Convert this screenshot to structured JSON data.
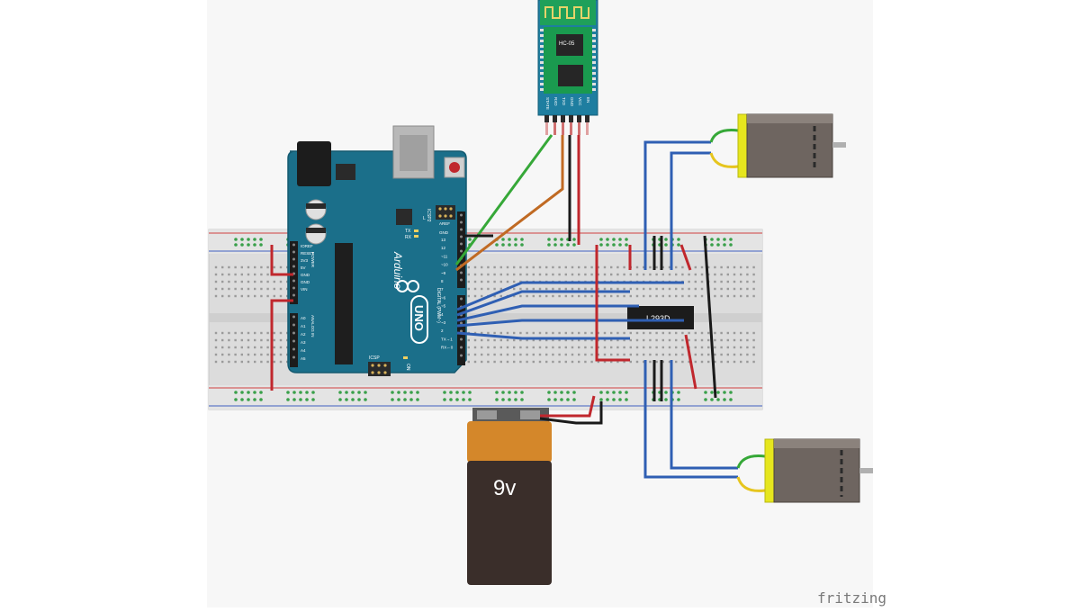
{
  "diagram": {
    "watermark": "fritzing",
    "bluetooth_module": {
      "model": "HC-05",
      "pins": [
        "STATE",
        "RXD",
        "TXD",
        "GND",
        "VCC",
        "EN"
      ]
    },
    "arduino": {
      "brand": "Arduino",
      "model": "UNO",
      "labels": {
        "aref": "AREF",
        "gnd": "GND",
        "reset": "RESET",
        "icsp": "ICSP",
        "icsp2": "ICSP2",
        "tx": "TX",
        "rx": "RX",
        "l": "L",
        "on": "ON",
        "digital": "DIGITAL (PWM~)",
        "power": "POWER",
        "analog": "ANALOG IN",
        "ioref": "IOREF"
      },
      "power_pins": [
        "IOREF",
        "RESET",
        "3V3",
        "5V",
        "GND",
        "GND",
        "VIN"
      ],
      "analog_pins": [
        "A0",
        "A1",
        "A2",
        "A3",
        "A4",
        "A5"
      ],
      "digital_pins_top": [
        "13",
        "12",
        "~11",
        "~10",
        "~9",
        "8"
      ],
      "digital_pins_bottom": [
        "7",
        "~6",
        "~5",
        "4",
        "~3",
        "2",
        "TX→1",
        "RX←0"
      ]
    },
    "motor_driver_ic": "L293D",
    "battery_label": "9v"
  },
  "colors": {
    "board_teal": "#1b6f8a",
    "wire_blue": "#2f5fb3",
    "wire_red": "#c0272d",
    "wire_green": "#36a838",
    "wire_orange": "#c06a23",
    "wire_black": "#1a1a1a",
    "motor_yellow": "#e6e61e",
    "battery_orange": "#d4872a",
    "battery_black": "#3a2e2a"
  }
}
